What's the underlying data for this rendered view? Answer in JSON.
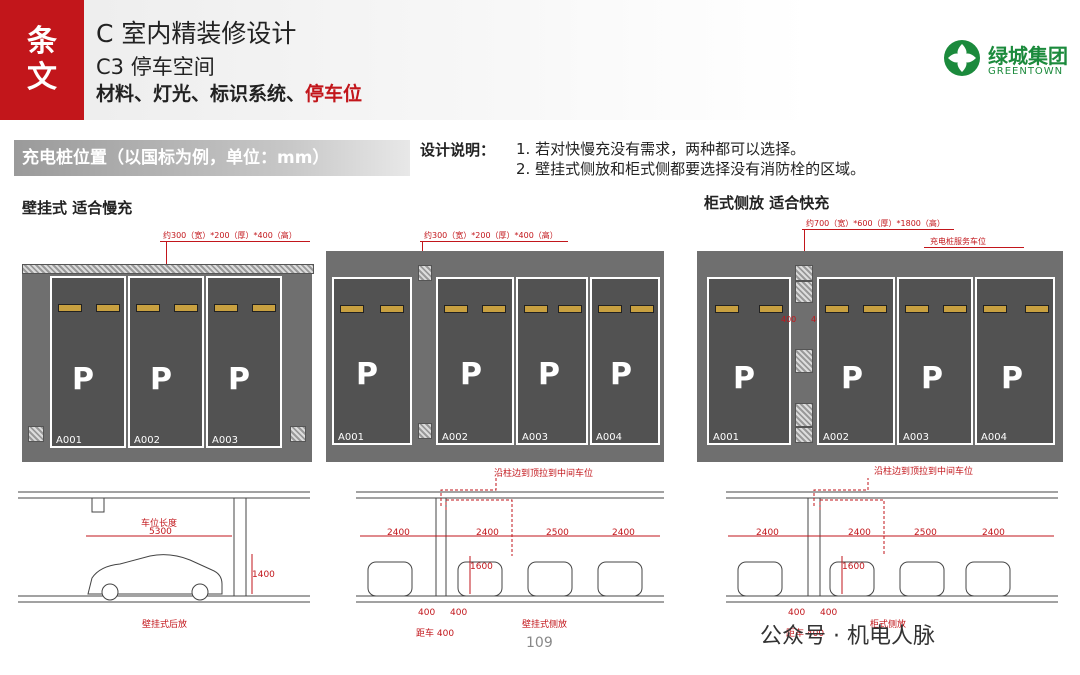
{
  "header": {
    "tag_line1": "条",
    "tag_line2": "文",
    "title": "C 室内精装修设计",
    "subtitle": "C3 停车空间",
    "topics": "材料、灯光、标识系统、",
    "topics_highlight": "停车位",
    "logo_text": "绿城集团",
    "logo_sub": "GREENTOWN"
  },
  "section": {
    "heading": "充电桩位置（以国标为例，单位：mm）",
    "note_label": "设计说明：",
    "note_1": "1. 若对快慢充没有需求，两种都可以选择。",
    "note_2": "2. 壁挂式侧放和柜式侧都要选择没有消防栓的区域。",
    "left_title": "壁挂式 适合慢充",
    "right_title": "柜式侧放 适合快充"
  },
  "plans": {
    "p1_dim": "约300（宽）*200（厚）*400（高）",
    "p2_dim": "约300（宽）*200（厚）*400（高）",
    "p3_dim": "约700（宽）*600（厚）*1800（高）",
    "p3_label": "充电桩服务车位",
    "p3_d1": "400",
    "p3_d2": "400",
    "p_letter": "P",
    "codes3": [
      "A001",
      "A002",
      "A003"
    ],
    "codes4": [
      "A001",
      "A002",
      "A003",
      "A004"
    ]
  },
  "sections": {
    "s1_length_label": "车位长度",
    "s1_length": "5300",
    "s1_height": "1400",
    "s1_caption": "壁挂式后放",
    "s2_route": "沿柱边到顶拉到中间车位",
    "s2_widths": [
      "2400",
      "2400",
      "2500",
      "2400"
    ],
    "s2_height": "1600",
    "s2_d1": "400",
    "s2_d2": "400",
    "s2_gap": "距车 400",
    "s2_caption": "壁挂式侧放",
    "s3_route": "沿柱边到顶拉到中间车位",
    "s3_widths": [
      "2400",
      "2400",
      "2500",
      "2400"
    ],
    "s3_height": "1600",
    "s3_d1": "400",
    "s3_d2": "400",
    "s3_gap": "距车 400",
    "s3_caption": "柜式侧放"
  },
  "footer": {
    "page_number": "109",
    "watermark": "公众号 · 机电人脉"
  },
  "colors": {
    "accent": "#c2161b",
    "brand_green": "#1b8a3c",
    "floor": "#525252"
  }
}
